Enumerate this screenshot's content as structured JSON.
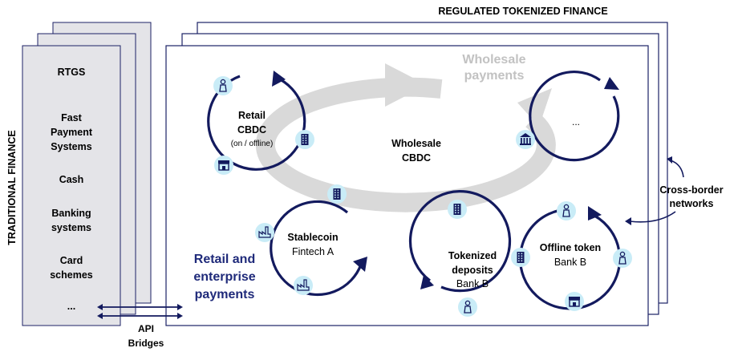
{
  "headers": {
    "regulated": "REGULATED TOKENIZED FINANCE",
    "traditional": "TRADITIONAL FINANCE"
  },
  "traditional_items": [
    [
      "RTGS"
    ],
    [
      "Fast",
      "Payment",
      "Systems"
    ],
    [
      "Cash"
    ],
    [
      "Banking",
      "systems"
    ],
    [
      "Card",
      "schemes"
    ],
    [
      "..."
    ]
  ],
  "api_bridges": [
    "API",
    "Bridges"
  ],
  "wholesale_payments": [
    "Wholesale",
    "payments"
  ],
  "wholesale_cbdc": [
    "Wholesale",
    "CBDC"
  ],
  "retail_cbdc": {
    "lines": [
      "Retail",
      "CBDC"
    ],
    "sub": "(on / offline)"
  },
  "ellipsis_circle": "...",
  "stablecoin": {
    "title": "Stablecoin",
    "sub": "Fintech A"
  },
  "retail_enterprise": [
    "Retail and",
    "enterprise",
    "payments"
  ],
  "tokenized_deposits": {
    "lines": [
      "Tokenized",
      "deposits"
    ],
    "sub": "Bank B"
  },
  "offline_token": {
    "title": "Offline token",
    "sub": "Bank B"
  },
  "cross_border": [
    "Cross-border",
    "networks"
  ],
  "colors": {
    "navy": "#131a5e",
    "accent_blue": "#1f2a7a",
    "grey_arrow": "#d9d9d9",
    "grey_text": "#c2c2c2",
    "icon_bg": "#c9ecf7",
    "panel_grey": "#e4e4e8"
  }
}
